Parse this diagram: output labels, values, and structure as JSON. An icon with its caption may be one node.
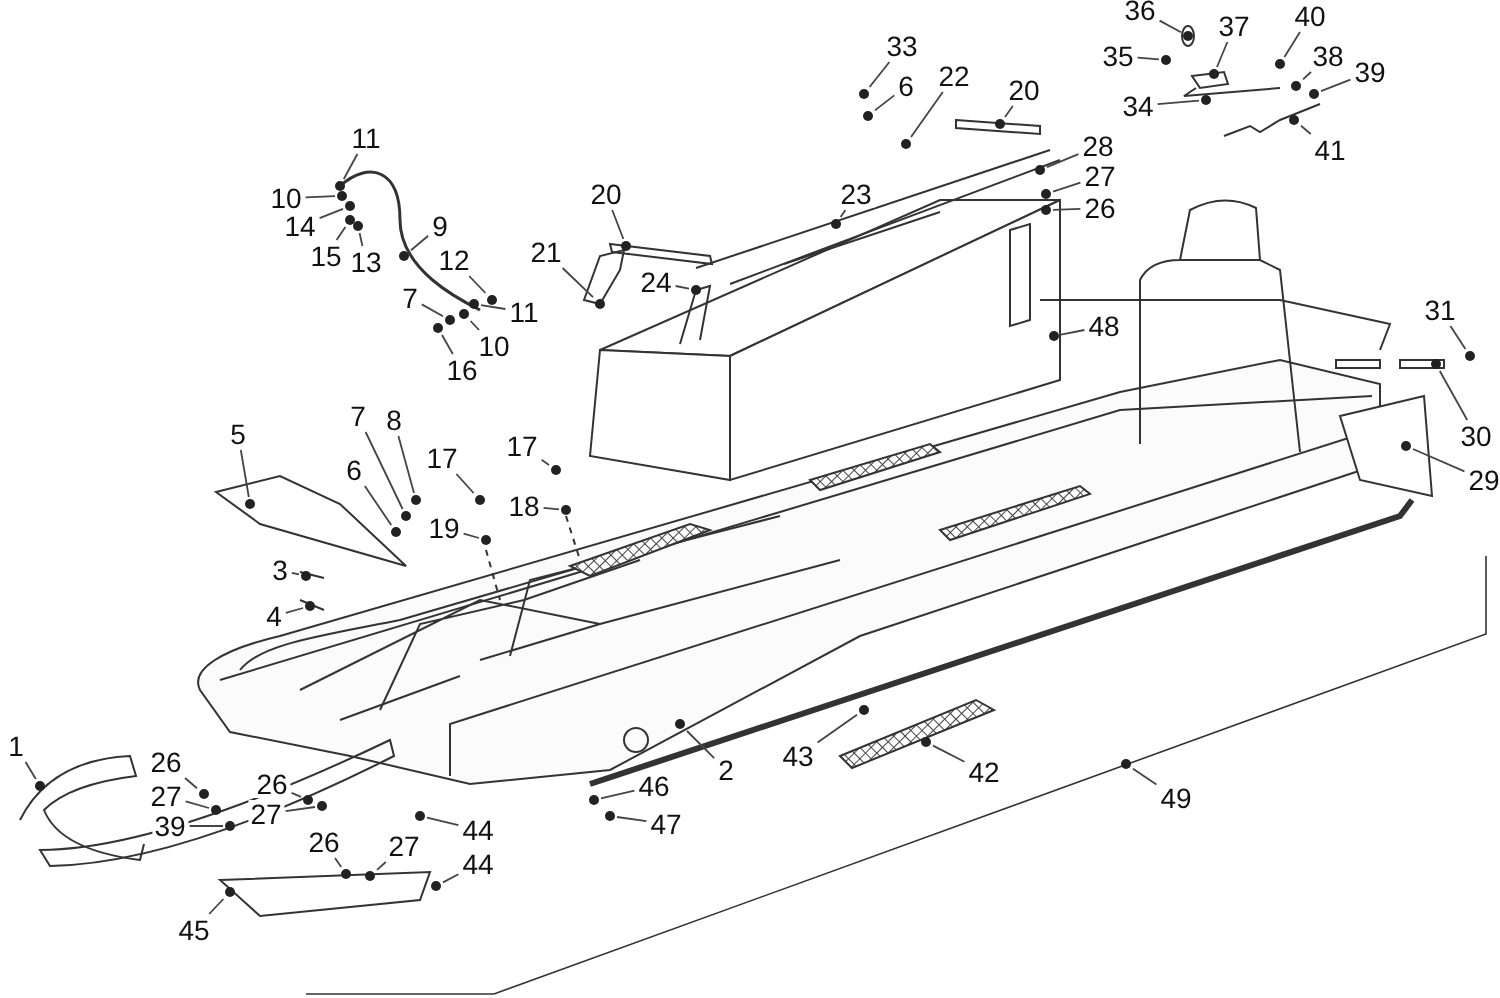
{
  "diagram": {
    "nodes": [
      {
        "text": [
          "36"
        ]
      },
      {
        "text": [
          "40"
        ]
      },
      {
        "text": [
          "37"
        ]
      },
      {
        "text": [
          "33"
        ]
      },
      {
        "text": [
          "35"
        ]
      },
      {
        "text": [
          "38"
        ]
      },
      {
        "text": [
          "39"
        ]
      },
      {
        "text": [
          "22"
        ]
      },
      {
        "text": [
          "6"
        ]
      },
      {
        "text": [
          "20"
        ]
      },
      {
        "text": [
          "34"
        ]
      },
      {
        "text": [
          "11"
        ]
      },
      {
        "text": [
          "41"
        ]
      },
      {
        "text": [
          "28"
        ]
      },
      {
        "text": [
          "27"
        ]
      },
      {
        "text": [
          "23"
        ]
      },
      {
        "text": [
          "20"
        ]
      },
      {
        "text": [
          "10"
        ]
      },
      {
        "text": [
          "26"
        ]
      },
      {
        "text": [
          "14"
        ]
      },
      {
        "text": [
          "9"
        ]
      },
      {
        "text": [
          "21"
        ]
      },
      {
        "text": [
          "15"
        ]
      },
      {
        "text": [
          "13"
        ]
      },
      {
        "text": [
          "12"
        ]
      },
      {
        "text": [
          "24"
        ]
      },
      {
        "text": [
          "7"
        ]
      },
      {
        "text": [
          "11"
        ]
      },
      {
        "text": [
          "31"
        ]
      },
      {
        "text": [
          "48"
        ]
      },
      {
        "text": [
          "10"
        ]
      },
      {
        "text": [
          "16"
        ]
      },
      {
        "text": [
          "7"
        ]
      },
      {
        "text": [
          "8"
        ]
      },
      {
        "text": [
          "5"
        ]
      },
      {
        "text": [
          "30"
        ]
      },
      {
        "text": [
          "17"
        ]
      },
      {
        "text": [
          "17"
        ]
      },
      {
        "text": [
          "6"
        ]
      },
      {
        "text": [
          "29"
        ]
      },
      {
        "text": [
          "18"
        ]
      },
      {
        "text": [
          "19"
        ]
      },
      {
        "text": [
          "3"
        ]
      },
      {
        "text": [
          "4"
        ]
      },
      {
        "text": [
          "1"
        ]
      },
      {
        "text": [
          "43"
        ]
      },
      {
        "text": [
          "26"
        ]
      },
      {
        "text": [
          "2"
        ]
      },
      {
        "text": [
          "42"
        ]
      },
      {
        "text": [
          "26"
        ]
      },
      {
        "text": [
          "46"
        ]
      },
      {
        "text": [
          "27"
        ]
      },
      {
        "text": [
          "49"
        ]
      },
      {
        "text": [
          "27"
        ]
      },
      {
        "text": [
          "47"
        ]
      },
      {
        "text": [
          "39"
        ]
      },
      {
        "text": [
          "44"
        ]
      },
      {
        "text": [
          "26"
        ]
      },
      {
        "text": [
          "27"
        ]
      },
      {
        "text": [
          "44"
        ]
      },
      {
        "text": [
          "45"
        ]
      },
      {
        "text": [],
        "shape": "circle"
      },
      {
        "text": [],
        "shape": "circle"
      },
      {
        "text": [],
        "shape": "circle"
      },
      {
        "text": [],
        "shape": "circle"
      },
      {
        "text": [],
        "shape": "circle"
      },
      {
        "text": [],
        "shape": "circle"
      },
      {
        "text": [],
        "shape": "circle"
      },
      {
        "text": [],
        "shape": "circle"
      },
      {
        "text": [],
        "shape": "circle"
      },
      {
        "text": [],
        "shape": "circle"
      },
      {
        "text": [],
        "shape": "circle"
      },
      {
        "text": [],
        "shape": "circle"
      },
      {
        "text": [],
        "shape": "circle"
      },
      {
        "text": [],
        "shape": "circle"
      },
      {
        "text": [],
        "shape": "circle"
      },
      {
        "text": [],
        "shape": "circle"
      },
      {
        "text": [],
        "shape": "circle"
      },
      {
        "text": [],
        "shape": "circle"
      },
      {
        "text": [],
        "shape": "circle"
      },
      {
        "text": [],
        "shape": "circle"
      },
      {
        "text": [],
        "shape": "circle"
      },
      {
        "text": [],
        "shape": "circle"
      },
      {
        "text": [],
        "shape": "circle"
      },
      {
        "text": [],
        "shape": "circle"
      },
      {
        "text": [],
        "shape": "circle"
      },
      {
        "text": [],
        "shape": "circle"
      },
      {
        "text": [],
        "shape": "circle"
      },
      {
        "text": [],
        "shape": "circle"
      },
      {
        "text": [],
        "shape": "circle"
      },
      {
        "text": [],
        "shape": "circle"
      },
      {
        "text": [],
        "shape": "circle"
      },
      {
        "text": [],
        "shape": "circle"
      },
      {
        "text": [],
        "shape": "circle"
      },
      {
        "text": [],
        "shape": "circle"
      },
      {
        "text": [],
        "shape": "circle"
      },
      {
        "text": [],
        "shape": "circle"
      },
      {
        "text": [],
        "shape": "circle"
      },
      {
        "text": [],
        "shape": "circle"
      },
      {
        "text": [],
        "shape": "circle"
      },
      {
        "text": [],
        "shape": "circle"
      },
      {
        "text": [],
        "shape": "circle"
      },
      {
        "text": [],
        "shape": "circle"
      },
      {
        "text": [],
        "shape": "circle"
      },
      {
        "text": [],
        "shape": "circle"
      },
      {
        "text": [],
        "shape": "circle"
      },
      {
        "text": [],
        "shape": "circle"
      },
      {
        "text": [],
        "shape": "circle"
      },
      {
        "text": [],
        "shape": "circle"
      },
      {
        "text": [],
        "shape": "circle"
      },
      {
        "text": [],
        "shape": "circle"
      },
      {
        "text": [],
        "shape": "circle"
      },
      {
        "text": [],
        "shape": "circle"
      },
      {
        "text": [],
        "shape": "circle"
      },
      {
        "text": [],
        "shape": "circle"
      },
      {
        "text": [],
        "shape": "circle"
      },
      {
        "text": [],
        "shape": "circle"
      },
      {
        "text": [],
        "shape": "circle"
      },
      {
        "text": [],
        "shape": "circle"
      },
      {
        "text": [],
        "shape": "circle"
      },
      {
        "text": [],
        "shape": "circle"
      },
      {
        "text": [],
        "shape": "circle"
      }
    ],
    "edges": [
      {
        "from": 0,
        "to": 61,
        "arrow": "none"
      },
      {
        "from": 1,
        "to": 62,
        "arrow": "none"
      },
      {
        "from": 2,
        "to": 63,
        "arrow": "none"
      },
      {
        "from": 3,
        "to": 64,
        "arrow": "none"
      },
      {
        "from": 4,
        "to": 65,
        "arrow": "none"
      },
      {
        "from": 5,
        "to": 66,
        "arrow": "none"
      },
      {
        "from": 6,
        "to": 67,
        "arrow": "none"
      },
      {
        "from": 7,
        "to": 68,
        "arrow": "none"
      },
      {
        "from": 8,
        "to": 69,
        "arrow": "none"
      },
      {
        "from": 9,
        "to": 70,
        "arrow": "none"
      },
      {
        "from": 10,
        "to": 71,
        "arrow": "none"
      },
      {
        "from": 11,
        "to": 72,
        "arrow": "none"
      },
      {
        "from": 12,
        "to": 73,
        "arrow": "none"
      },
      {
        "from": 13,
        "to": 74,
        "arrow": "none"
      },
      {
        "from": 14,
        "to": 75,
        "arrow": "none"
      },
      {
        "from": 15,
        "to": 76,
        "arrow": "none"
      },
      {
        "from": 16,
        "to": 77,
        "arrow": "none"
      },
      {
        "from": 17,
        "to": 78,
        "arrow": "none"
      },
      {
        "from": 18,
        "to": 79,
        "arrow": "none"
      },
      {
        "from": 19,
        "to": 80,
        "arrow": "none"
      },
      {
        "from": 20,
        "to": 81,
        "arrow": "none"
      },
      {
        "from": 21,
        "to": 82,
        "arrow": "none"
      },
      {
        "from": 22,
        "to": 83,
        "arrow": "none"
      },
      {
        "from": 23,
        "to": 84,
        "arrow": "none"
      },
      {
        "from": 24,
        "to": 85,
        "arrow": "none"
      },
      {
        "from": 25,
        "to": 86,
        "arrow": "none"
      },
      {
        "from": 26,
        "to": 87,
        "arrow": "none"
      },
      {
        "from": 27,
        "to": 88,
        "arrow": "none"
      },
      {
        "from": 28,
        "to": 89,
        "arrow": "none"
      },
      {
        "from": 29,
        "to": 90,
        "arrow": "none"
      },
      {
        "from": 30,
        "to": 91,
        "arrow": "none"
      },
      {
        "from": 31,
        "to": 92,
        "arrow": "none"
      },
      {
        "from": 32,
        "to": 93,
        "arrow": "none"
      },
      {
        "from": 33,
        "to": 94,
        "arrow": "none"
      },
      {
        "from": 34,
        "to": 95,
        "arrow": "none"
      },
      {
        "from": 35,
        "to": 96,
        "arrow": "none"
      },
      {
        "from": 36,
        "to": 97,
        "arrow": "none"
      },
      {
        "from": 37,
        "to": 98,
        "arrow": "none"
      },
      {
        "from": 38,
        "to": 99,
        "arrow": "none"
      },
      {
        "from": 39,
        "to": 100,
        "arrow": "none"
      },
      {
        "from": 40,
        "to": 101,
        "arrow": "none"
      },
      {
        "from": 41,
        "to": 102,
        "arrow": "none"
      },
      {
        "from": 42,
        "to": 103,
        "arrow": "none"
      },
      {
        "from": 43,
        "to": 104,
        "arrow": "none"
      },
      {
        "from": 44,
        "to": 105,
        "arrow": "none"
      },
      {
        "from": 45,
        "to": 106,
        "arrow": "none"
      },
      {
        "from": 46,
        "to": 107,
        "arrow": "none"
      },
      {
        "from": 47,
        "to": 108,
        "arrow": "none"
      },
      {
        "from": 48,
        "to": 109,
        "arrow": "none"
      },
      {
        "from": 49,
        "to": 110,
        "arrow": "none"
      },
      {
        "from": 50,
        "to": 111,
        "arrow": "none"
      },
      {
        "from": 51,
        "to": 112,
        "arrow": "none"
      },
      {
        "from": 52,
        "to": 113,
        "arrow": "none"
      },
      {
        "from": 53,
        "to": 114,
        "arrow": "none"
      },
      {
        "from": 54,
        "to": 115,
        "arrow": "none"
      },
      {
        "from": 55,
        "to": 116,
        "arrow": "none"
      },
      {
        "from": 56,
        "to": 117,
        "arrow": "none"
      },
      {
        "from": 57,
        "to": 118,
        "arrow": "none"
      },
      {
        "from": 58,
        "to": 119,
        "arrow": "none"
      },
      {
        "from": 59,
        "to": 120,
        "arrow": "none"
      },
      {
        "from": 60,
        "to": 121,
        "arrow": "none"
      }
    ]
  }
}
